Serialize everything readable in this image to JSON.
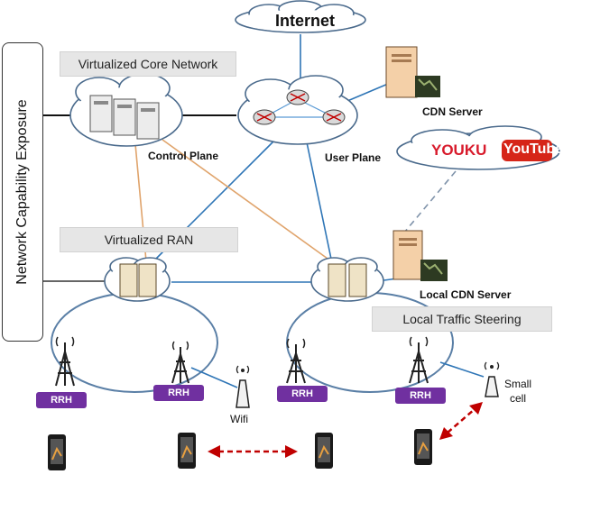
{
  "diagram": {
    "sidebar_label": "Network Capability Exposure",
    "internet_label": "Internet",
    "core_title": "Virtualized Core Network",
    "control_plane_label": "Control Plane",
    "user_plane_label": "User Plane",
    "cdn_server_label": "CDN Server",
    "ran_title": "Virtualized RAN",
    "local_cdn_label": "Local CDN Server",
    "local_traffic_label": "Local Traffic Steering",
    "rrh_labels": [
      "RRH",
      "RRH",
      "RRH",
      "RRH"
    ],
    "wifi_label": "Wifi",
    "small_cell_label": "Small\ncell",
    "logos": [
      "YOUKU",
      "YouTube"
    ]
  },
  "colors": {
    "rrh_purple": "#7030a0",
    "blue_link": "#2e75b6",
    "orange_link": "#e0a46c",
    "ring": "#5a7fa6",
    "arrow_red": "#c00000",
    "server_tan": "#f4d0a8"
  }
}
